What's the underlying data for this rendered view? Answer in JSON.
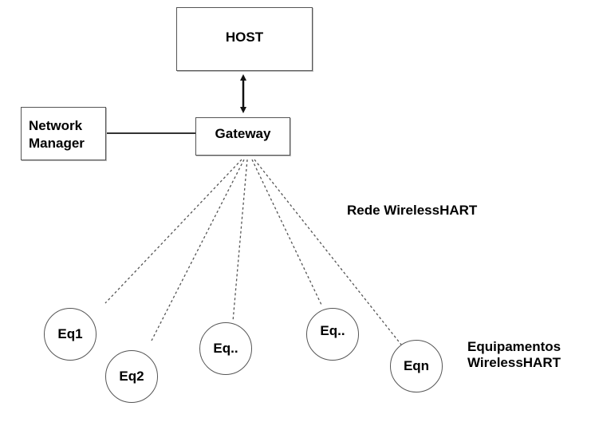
{
  "diagram": {
    "host": {
      "label": "HOST"
    },
    "gateway": {
      "label": "Gateway"
    },
    "network_manager": {
      "line1": "Network",
      "line2": "Manager"
    },
    "network_label": "Rede WirelessHART",
    "devices_label": {
      "line1": "Equipamentos",
      "line2": "WirelessHART"
    },
    "devices": [
      {
        "id": "eq1",
        "label": "Eq1"
      },
      {
        "id": "eq2",
        "label": "Eq2"
      },
      {
        "id": "eq3",
        "label": "Eq.."
      },
      {
        "id": "eq4",
        "label": "Eq.."
      },
      {
        "id": "eqn",
        "label": "Eqn"
      }
    ],
    "connections": [
      {
        "from": "host",
        "to": "gateway",
        "style": "solid",
        "arrows": "both"
      },
      {
        "from": "network_manager",
        "to": "gateway",
        "style": "solid",
        "arrows": "none"
      },
      {
        "from": "gateway",
        "to": "eq1",
        "style": "dashed"
      },
      {
        "from": "gateway",
        "to": "eq2",
        "style": "dashed"
      },
      {
        "from": "gateway",
        "to": "eq3",
        "style": "dashed"
      },
      {
        "from": "gateway",
        "to": "eq4",
        "style": "dashed"
      },
      {
        "from": "gateway",
        "to": "eqn",
        "style": "dashed"
      }
    ]
  }
}
